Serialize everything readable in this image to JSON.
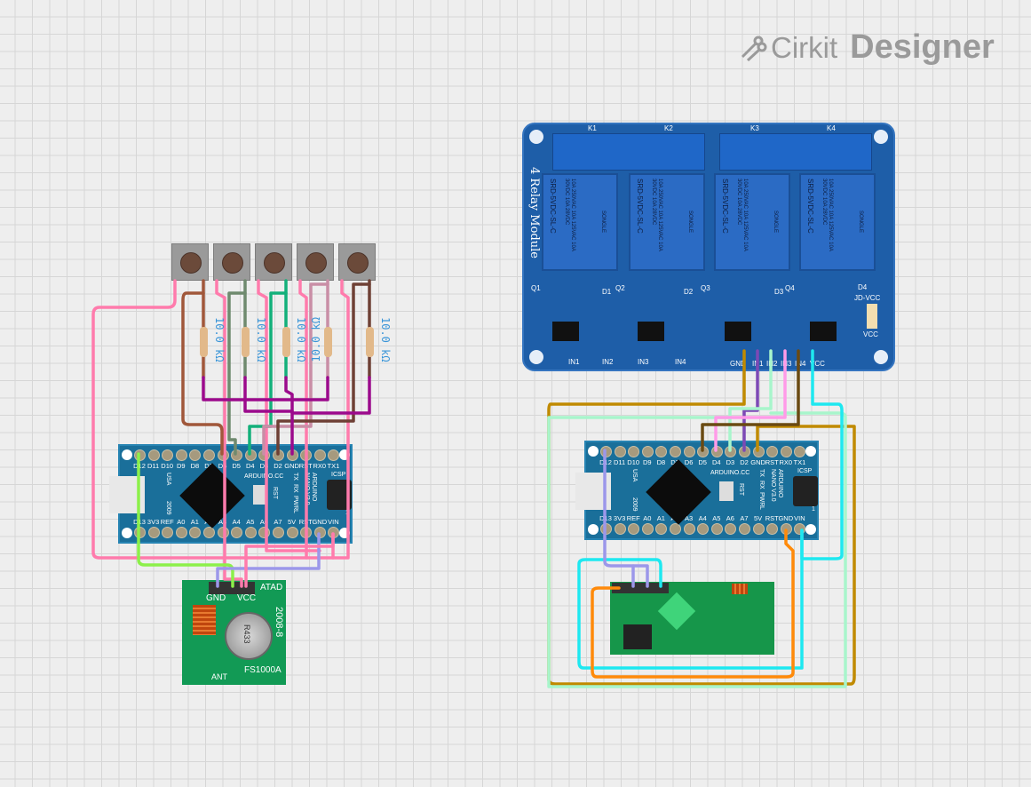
{
  "logo": {
    "brand": "Cirkit",
    "product": "Designer"
  },
  "nano": {
    "top_pins": [
      "D12",
      "D11",
      "D10",
      "D9",
      "D8",
      "D7",
      "D6",
      "D5",
      "D4",
      "D3",
      "D2",
      "GND",
      "RST",
      "RX0",
      "TX1"
    ],
    "bottom_pins": [
      "D13",
      "3V3",
      "REF",
      "A0",
      "A1",
      "A2",
      "A3",
      "A4",
      "A5",
      "A6",
      "A7",
      "5V",
      "RST",
      "GND",
      "VIN"
    ],
    "brand": "ARDUINO.CC",
    "usa": "USA",
    "year": "2009",
    "rst": "RST",
    "tx": "TX",
    "rx": "RX",
    "pwr": "PWR",
    "l": "L",
    "model": "ARDUINO NANO V3.0",
    "icsp": "ICSP",
    "one": "1"
  },
  "resistors": [
    "10.0 kΩ",
    "10.0 kΩ",
    "10.0 kΩ",
    "10.0 kΩ",
    "10.0 kΩ"
  ],
  "relay": {
    "title": "4 Relay Module",
    "channels": [
      "K1",
      "K2",
      "K3",
      "K4"
    ],
    "relay_text": "10A 250VAC 10A 125VAC 10A 30VDC 10A 28VDC",
    "model": "SRD-5VDC-SL-C",
    "maker": "SONGLE",
    "transistors": [
      "Q1",
      "Q2",
      "Q3",
      "Q4"
    ],
    "diodes": [
      "D1",
      "D2",
      "D3",
      "D4"
    ],
    "leds": [
      "IN1",
      "IN2",
      "IN3",
      "IN4"
    ],
    "pins": [
      "GND",
      "IN1",
      "IN2",
      "IN3",
      "IN4",
      "VCC"
    ],
    "jumper_top": "JD-VCC",
    "jumper_bottom": "VCC"
  },
  "transmitter": {
    "gnd": "GND",
    "vcc": "VCC",
    "data": "ATAD",
    "date": "2008-8",
    "model": "FS1000A",
    "ant": "ANT",
    "crystal": "R433"
  },
  "wire_colors": {
    "pink": "#ff7bac",
    "magenta": "#9b0a8c",
    "lime": "#8cf04a",
    "lavender": "#9c97ea",
    "gold": "#c08a00",
    "purple": "#7d49b5",
    "mint": "#a8f5cc",
    "lightpink": "#ff9be8",
    "brown": "#6a4a12",
    "cyan": "#1ee8f0",
    "orange": "#ff8a0a"
  }
}
